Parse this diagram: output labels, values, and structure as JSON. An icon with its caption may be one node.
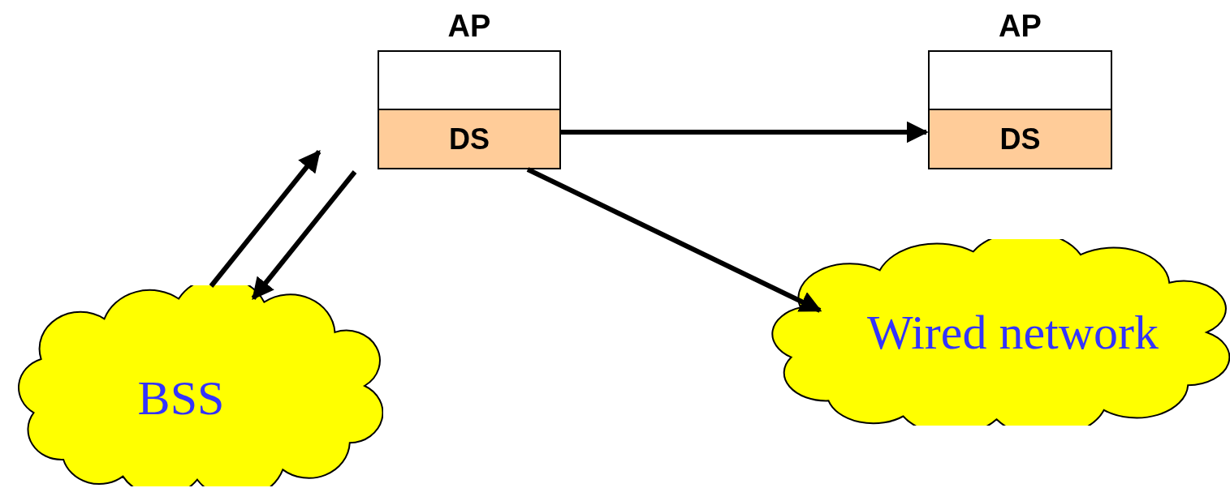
{
  "diagram": {
    "nodes": [
      {
        "text": [
          "AP"
        ]
      },
      {
        "text": [
          "DS"
        ],
        "in": 0
      },
      {
        "text": [
          "AP"
        ]
      },
      {
        "text": [
          "DS"
        ],
        "in": 2
      },
      {
        "text": [
          "BSS"
        ]
      },
      {
        "text": [
          "Wired network"
        ]
      }
    ],
    "edges": [
      {
        "from": 1,
        "to": 3,
        "arrow": "to"
      },
      {
        "from": 1,
        "to": 5,
        "arrow": "to"
      },
      {
        "from": 4,
        "to": 0,
        "arrow": "to"
      },
      {
        "from": 0,
        "to": 4,
        "arrow": "to"
      }
    ]
  }
}
